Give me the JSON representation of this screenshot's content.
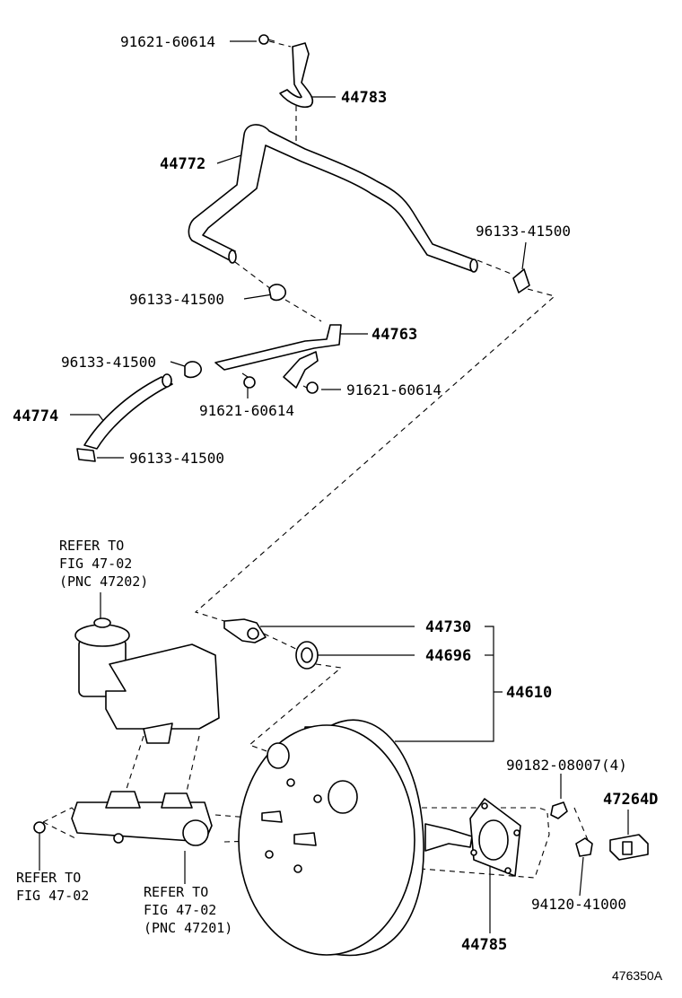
{
  "labels": {
    "bolt_top": "91621-60614",
    "bracket_44783": "44783",
    "hose_44772": "44772",
    "clamp_right": "96133-41500",
    "clamp_mid": "96133-41500",
    "pipe_44763": "44763",
    "clamp_left": "96133-41500",
    "bolt_right": "91621-60614",
    "bolt_mid": "91621-60614",
    "hose_44774": "44774",
    "clamp_bottom": "96133-41500",
    "check_valve": "44730",
    "grommet": "44696",
    "booster_assy": "44610",
    "nut_90182": "90182-08007(4)",
    "part_47264d": "47264D",
    "nut_94120": "94120-41000",
    "gasket": "44785"
  },
  "refs": {
    "reservoir": [
      "REFER TO",
      "FIG 47-02",
      "(PNC 47202)"
    ],
    "left_nut": [
      "REFER TO",
      "FIG 47-02"
    ],
    "master_cyl": [
      "REFER TO",
      "FIG 47-02",
      "(PNC 47201)"
    ]
  },
  "figure_number": "476350A"
}
